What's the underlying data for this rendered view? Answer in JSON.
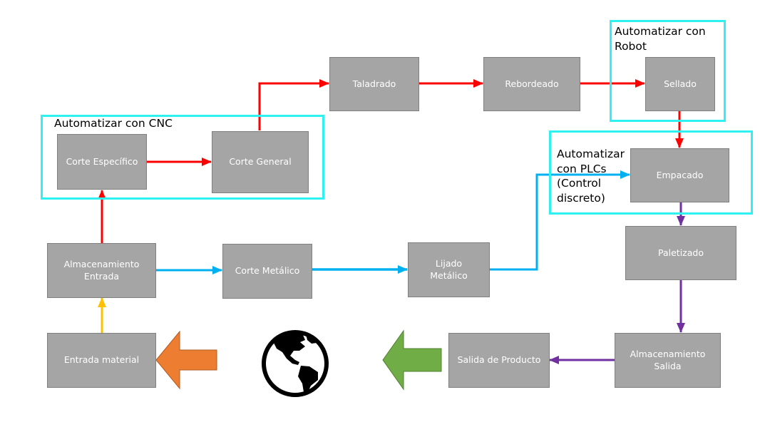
{
  "colors": {
    "box_fill": "#a5a5a5",
    "group_border": "#2ef2f2",
    "red_flow": "#ff0000",
    "blue_flow": "#00b0f0",
    "purple_flow": "#7030a0",
    "yellow_flow": "#ffc000",
    "orange_arrow": "#ed7d31",
    "green_arrow": "#70ad47"
  },
  "groups": {
    "cnc": "Automatizar con CNC",
    "robot": "Automatizar  con\nRobot",
    "plc": "Automatizar\ncon PLCs\n(Control\ndiscreto)"
  },
  "nodes": {
    "corte_especifico": "Corte Específico",
    "corte_general": "Corte General",
    "taladrado": "Taladrado",
    "rebordeado": "Rebordeado",
    "sellado": "Sellado",
    "empacado": "Empacado",
    "almacenamiento_entrada": "Almacenamiento\nEntrada",
    "corte_metalico": "Corte Metálico",
    "lijado_metalico": "Lijado\nMetálico",
    "paletizado": "Paletizado",
    "entrada_material": "Entrada material",
    "salida_producto": "Salida de Producto",
    "almacenamiento_salida": "Almacenamiento\nSalida"
  },
  "icons": {
    "globe": "globe-americas-icon",
    "input_arrow": "block-arrow-left-orange",
    "output_arrow": "block-arrow-left-green"
  }
}
